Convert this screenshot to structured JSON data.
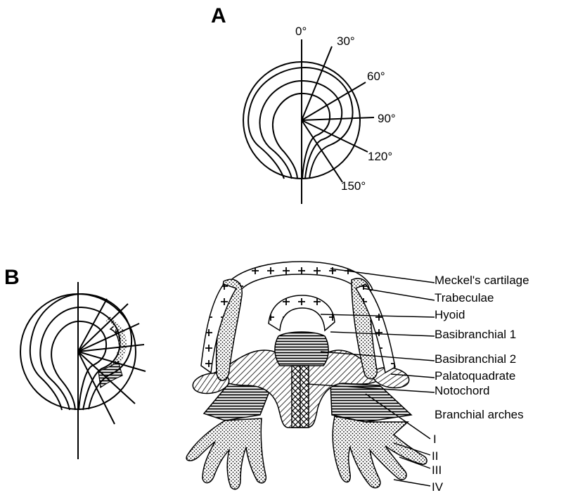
{
  "panel_a": {
    "letter": "A",
    "angles": [
      "0°",
      "30°",
      "60°",
      "90°",
      "120°",
      "150°"
    ]
  },
  "panel_b": {
    "letter": "B",
    "labels": [
      "Meckel's cartilage",
      "Trabeculae",
      "Hyoid",
      "Basibranchial 1",
      "Basibranchial 2",
      "Palatoquadrate",
      "Notochord"
    ],
    "arches_title": "Branchial arches",
    "arch_numerals": [
      "I",
      "II",
      "III",
      "IV"
    ]
  },
  "colors": {
    "ink": "#000000",
    "background": "#ffffff"
  }
}
